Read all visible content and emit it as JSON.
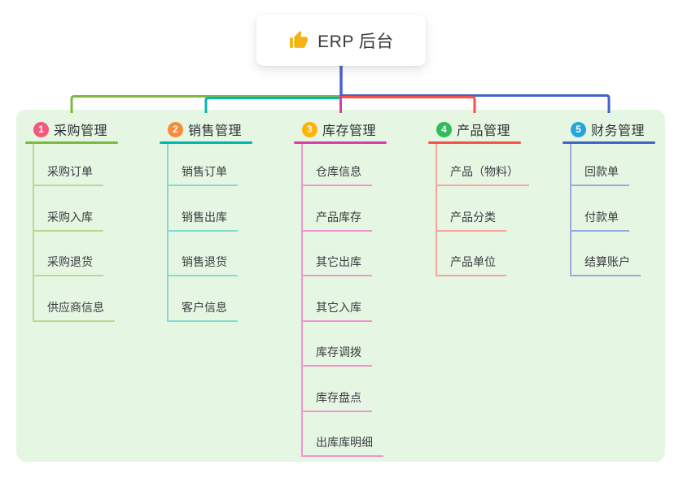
{
  "root": {
    "title": "ERP 后台",
    "icon": "thumbs-up",
    "icon_color": "#f2b313"
  },
  "connector": {
    "root_color": "#4b61d1"
  },
  "panel": {
    "background": "#e5f6e2"
  },
  "columns": [
    {
      "number": "1",
      "title": "采购管理",
      "colors": {
        "badge": "#f4587c",
        "line": "#7cb93f",
        "light": "#b7db90"
      },
      "items": [
        "采购订单",
        "采购入库",
        "采购退货",
        "供应商信息"
      ]
    },
    {
      "number": "2",
      "title": "销售管理",
      "colors": {
        "badge": "#f98b38",
        "line": "#00b7ae",
        "light": "#85dad3"
      },
      "items": [
        "销售订单",
        "销售出库",
        "销售退货",
        "客户信息"
      ]
    },
    {
      "number": "3",
      "title": "库存管理",
      "colors": {
        "badge": "#ffb302",
        "line": "#d93fa6",
        "light": "#f095cf"
      },
      "items": [
        "仓库信息",
        "产品库存",
        "其它出库",
        "其它入库",
        "库存调拨",
        "库存盘点",
        "出库库明细"
      ]
    },
    {
      "number": "4",
      "title": "产品管理",
      "colors": {
        "badge": "#2ebd59",
        "line": "#f8514a",
        "light": "#fba39e"
      },
      "items": [
        "产品（物料）",
        "产品分类",
        "产品单位"
      ]
    },
    {
      "number": "5",
      "title": "财务管理",
      "colors": {
        "badge": "#28a4dd",
        "line": "#4164c9",
        "light": "#98abdf"
      },
      "items": [
        "回款单",
        "付款单",
        "结算账户"
      ]
    }
  ]
}
